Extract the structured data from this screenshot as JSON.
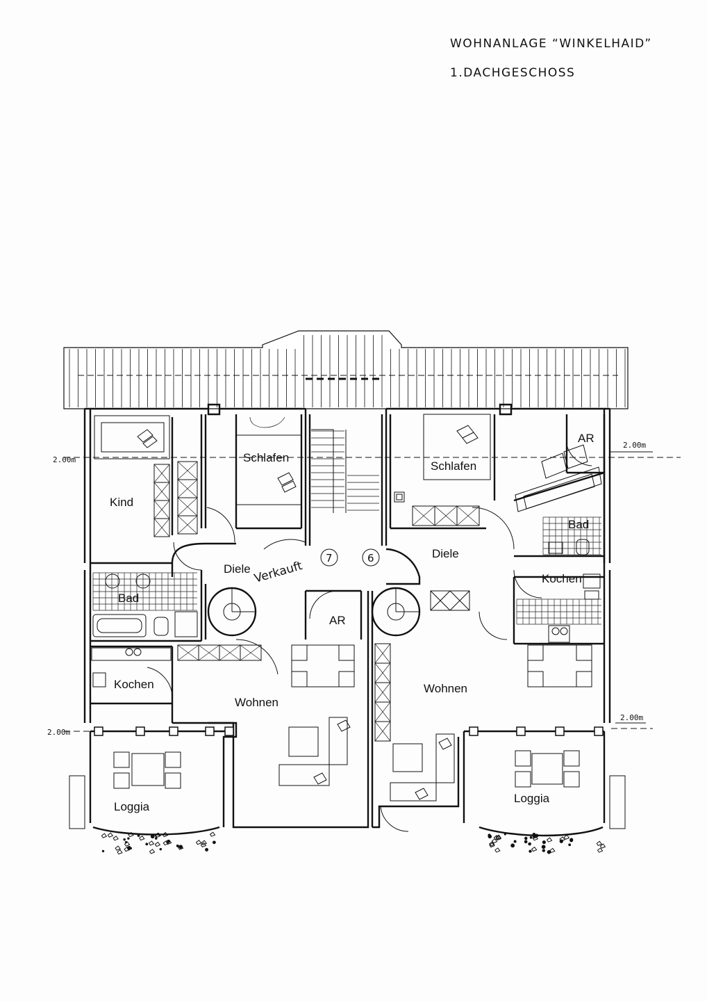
{
  "header": {
    "project": "WOHNANLAGE “WINKELHAID”",
    "floor": "1.DACHGESCHOSS"
  },
  "stamp": "Verkauft",
  "units": [
    "7",
    "6"
  ],
  "dimensions": {
    "left_top": "2.00m",
    "right_top": "2.00m",
    "left_bottom": "2.00m",
    "right_bottom": "2.00m"
  },
  "rooms": {
    "kind": "Kind",
    "schlafen_left": "Schlafen",
    "schlafen_right": "Schlafen",
    "ar_top": "AR",
    "ar_mid": "AR",
    "bad_left": "Bad",
    "bad_right": "Bad",
    "diele_left": "Diele",
    "diele_right": "Diele",
    "kochen_left": "Kochen",
    "kochen_right": "Kochen",
    "wohnen_left": "Wohnen",
    "wohnen_right": "Wohnen",
    "loggia_left": "Loggia",
    "loggia_right": "Loggia"
  }
}
